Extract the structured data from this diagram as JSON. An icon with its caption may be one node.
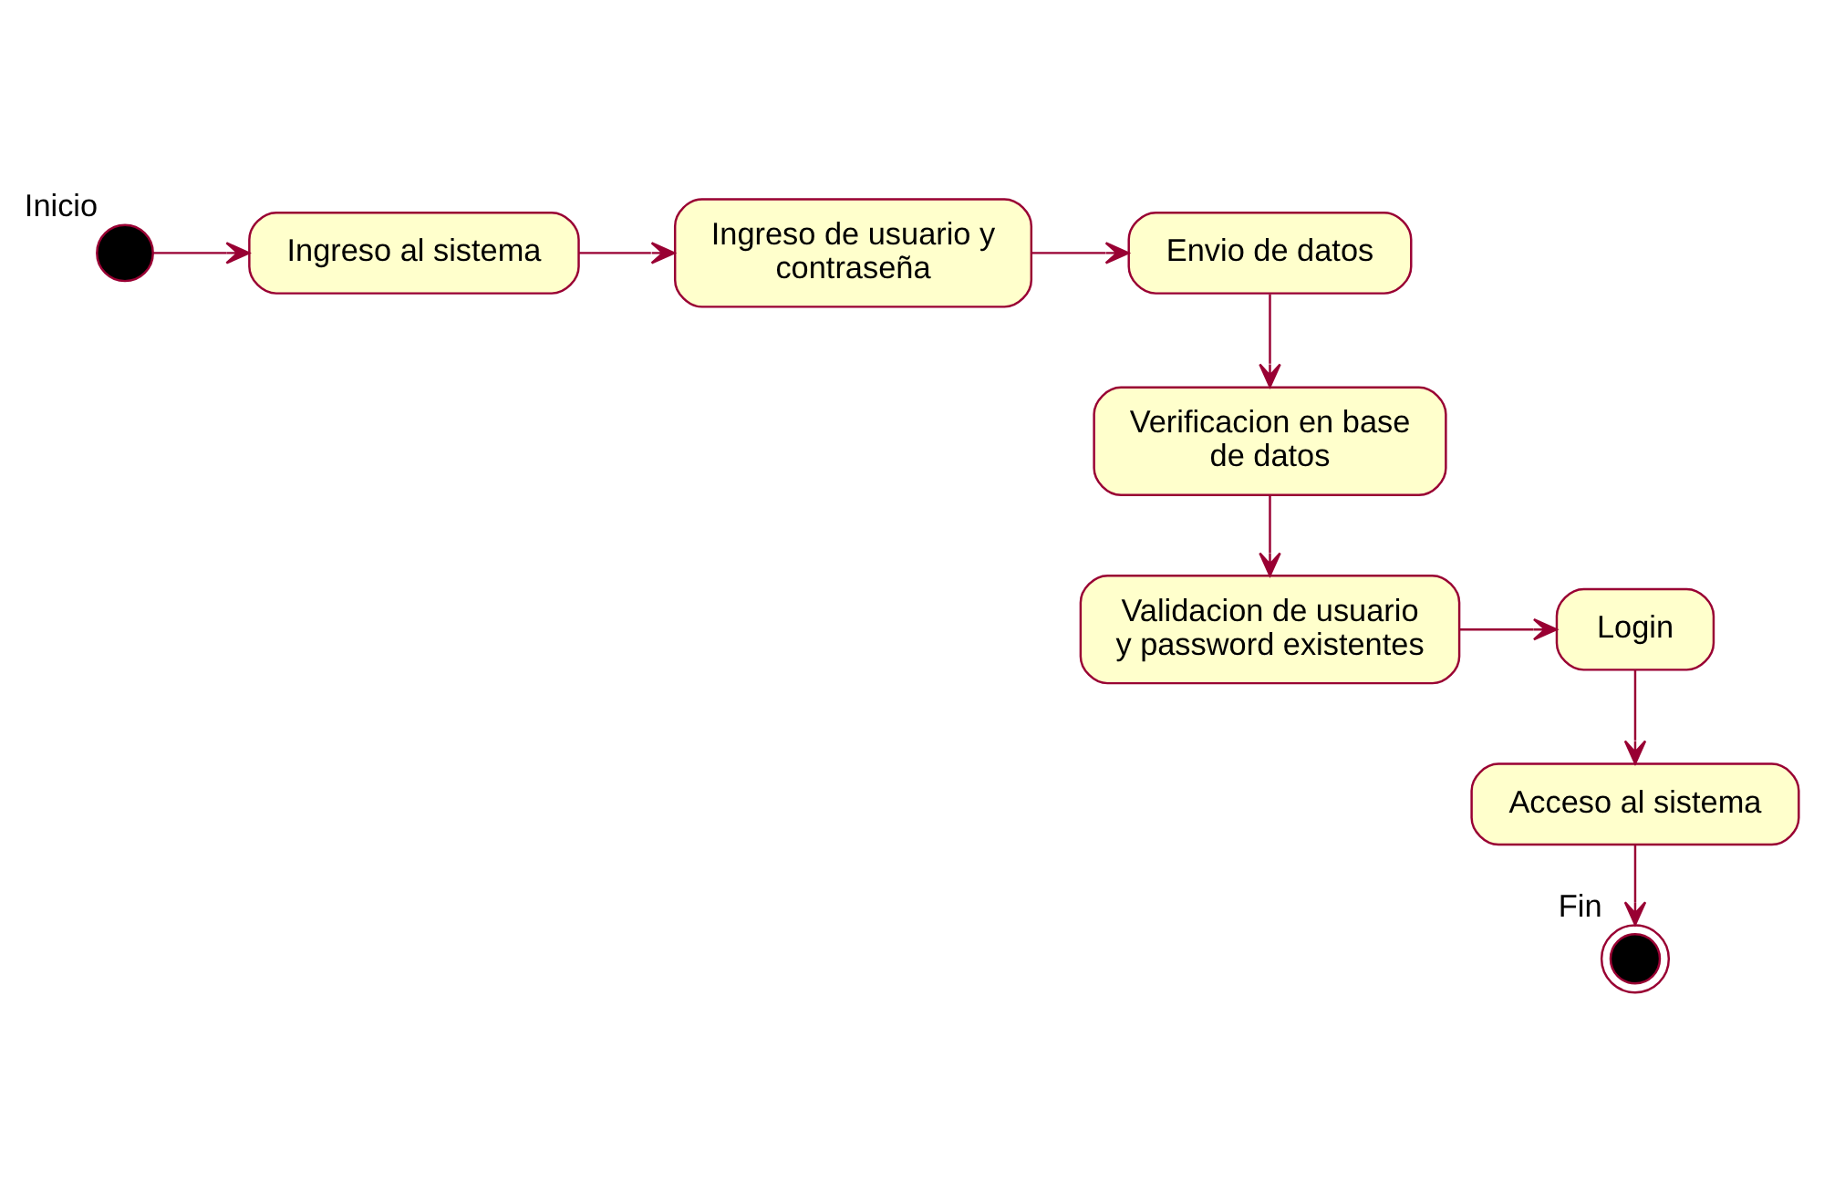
{
  "diagram": {
    "nodes": [
      {
        "text": [],
        "shape": "circle",
        "beside": [
          "Inicio"
        ]
      },
      {
        "text": [
          "Ingreso al sistema"
        ]
      },
      {
        "text": [
          "Ingreso de usuario y contraseña"
        ]
      },
      {
        "text": [
          "Envio de datos"
        ]
      },
      {
        "text": [
          "Verificacion en base de datos"
        ]
      },
      {
        "text": [
          "Validacion de usuario y password existentes"
        ]
      },
      {
        "text": [
          "Login"
        ]
      },
      {
        "text": [
          "Acceso al sistema"
        ]
      },
      {
        "text": [],
        "shape": "circle",
        "beside": [
          "Fin"
        ]
      }
    ],
    "edges": [
      {
        "from": 0,
        "to": 1,
        "arrow": "to"
      },
      {
        "from": 1,
        "to": 2,
        "arrow": "to"
      },
      {
        "from": 2,
        "to": 3,
        "arrow": "to"
      },
      {
        "from": 3,
        "to": 4,
        "arrow": "to"
      },
      {
        "from": 4,
        "to": 5,
        "arrow": "to"
      },
      {
        "from": 5,
        "to": 6,
        "arrow": "to"
      },
      {
        "from": 6,
        "to": 7,
        "arrow": "to"
      },
      {
        "from": 7,
        "to": 8,
        "arrow": "to"
      }
    ]
  }
}
